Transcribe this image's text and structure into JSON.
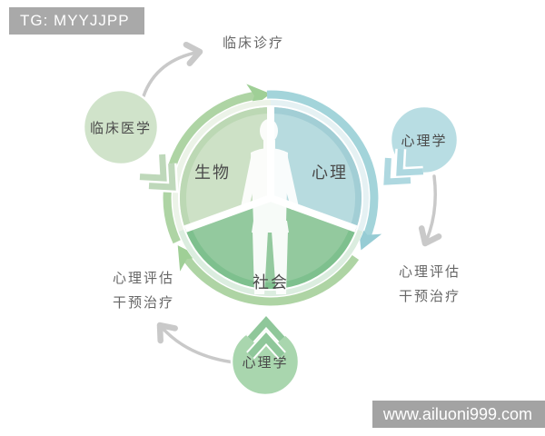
{
  "badge": {
    "text": "TG: MYYJJPP"
  },
  "footer": {
    "url": "www.ailuoni999.com"
  },
  "colors": {
    "badge_bg": "#a9a9a9",
    "footer_bg": "#a3a3a3",
    "sector_bio": "#cde1c6",
    "sector_psy": "#b7dbdf",
    "sector_soc": "#93c99e",
    "rim_bio": "#bcd8b4",
    "rim_psy": "#a2ced5",
    "rim_soc": "#7ec08e",
    "pale_bio": "#dcead6",
    "pale_psy": "#cfe6e9",
    "pale_soc": "#bedfc5",
    "arc_green": "#aed4a4",
    "arc_blue": "#a3d4da",
    "arrowhead_green": "#9fcf96",
    "arrowhead_blue": "#96ccd4",
    "satellite_left": "#d0e3ca",
    "satellite_right": "#b8dde3",
    "satellite_bottom": "#a9d6ae",
    "chevron_green": "#bed8ba",
    "chevron_blue": "#aed8e0",
    "chevron_bottom": "#8fc79a",
    "arrow_gray": "#c9c9c9",
    "figure_white": "#ffffff",
    "label_dark": "#4a4a4a",
    "label_gray": "#666666"
  },
  "diagram": {
    "sectors": [
      {
        "label": "生物",
        "position": "left"
      },
      {
        "label": "心理",
        "position": "right"
      },
      {
        "label": "社会",
        "position": "bottom"
      }
    ],
    "satellites": [
      {
        "label": "临床医学",
        "position": "left"
      },
      {
        "label": "心理学",
        "position": "right"
      },
      {
        "label": "心理学",
        "position": "bottom"
      }
    ],
    "annotations": {
      "top": {
        "line1": "临床诊疗"
      },
      "right": {
        "line1": "心理评估",
        "line2": "干预治疗"
      },
      "left": {
        "line1": "心理评估",
        "line2": "干预治疗"
      }
    }
  }
}
